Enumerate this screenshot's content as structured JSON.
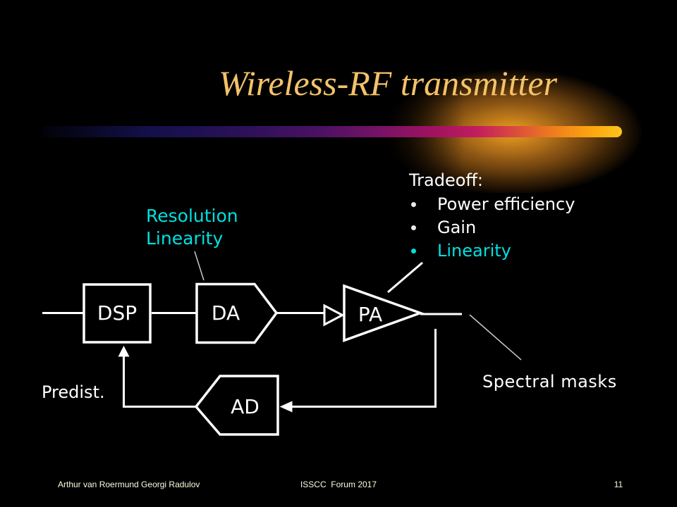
{
  "slide": {
    "title": "Wireless-RF transmitter",
    "footer": {
      "author": "Arthur van Roermund Georgi Radulov",
      "conference": "ISSCC  Forum 2017",
      "page_number": "11"
    }
  },
  "annotations": {
    "resolution_line1": "Resolution",
    "resolution_line2": "Linearity",
    "tradeoff": {
      "heading": "Tradeoff:",
      "bullets": [
        {
          "label": "Power efficiency",
          "color": "#ffffff"
        },
        {
          "label": "Gain",
          "color": "#ffffff"
        },
        {
          "label": "Linearity",
          "color": "#00e0e0"
        }
      ]
    },
    "predist": "Predist.",
    "spectral_masks": "Spectral masks"
  },
  "diagram": {
    "blocks": [
      {
        "id": "dsp",
        "label": "DSP",
        "shape": "rectangle"
      },
      {
        "id": "da",
        "label": "DA",
        "shape": "pentagon-right"
      },
      {
        "id": "pa",
        "label": "PA",
        "shape": "triangle-amplifier"
      },
      {
        "id": "ad",
        "label": "AD",
        "shape": "pentagon-left"
      }
    ],
    "flow": "DSP -> DA -> PA -> output, feedback via AD back to DSP"
  },
  "colors": {
    "background": "#000000",
    "title_gold": "#f3c269",
    "cyan_accent": "#00e0e0",
    "diagram_stroke": "#ffffff",
    "footer_text": "#fdfbe0",
    "bar_magenta": "#c31d5e",
    "glow_orange": "#d98c1e"
  }
}
